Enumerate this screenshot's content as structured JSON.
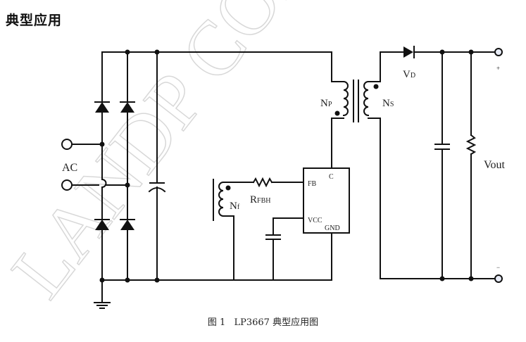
{
  "section_title": "典型应用",
  "watermark": "LANDP CONF",
  "figure": {
    "caption_prefix": "图 1",
    "caption_text": "LP3667 典型应用图"
  },
  "labels": {
    "ac_input": "AC",
    "primary_winding": "N",
    "primary_winding_sub": "P",
    "secondary_winding": "N",
    "secondary_winding_sub": "S",
    "aux_winding": "N",
    "aux_winding_sub": "f",
    "feedback_resistor": "R",
    "feedback_resistor_sub": "FBH",
    "output_diode": "V",
    "output_diode_sub": "D",
    "output_voltage": "Vout",
    "output_plus": "+",
    "output_minus": "−"
  },
  "ic": {
    "pin_c": "C",
    "pin_fb": "FB",
    "pin_vcc": "VCC",
    "pin_gnd": "GND"
  },
  "colors": {
    "wire": "#111111",
    "terminal_fill": "#e8ecf7",
    "watermark": "#d8d8d8"
  }
}
